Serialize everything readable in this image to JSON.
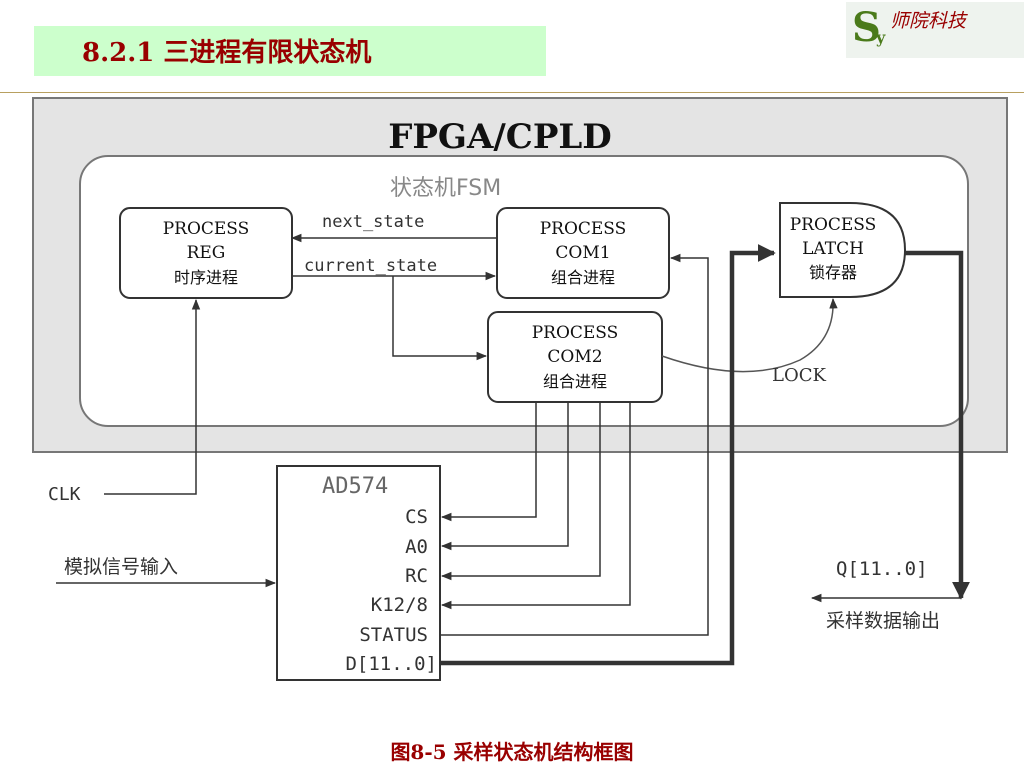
{
  "header": {
    "title": "8.2.1  三进程有限状态机",
    "logo_letter_s": "S",
    "logo_letter_y": "y",
    "logo_text": "师院科技"
  },
  "diagram": {
    "fpga_title": "FPGA/CPLD",
    "fsm_label": "状态机FSM",
    "reg": {
      "line1": "PROCESS",
      "line2": "REG",
      "line3": "时序进程"
    },
    "com1": {
      "line1": "PROCESS",
      "line2": "COM1",
      "line3": "组合进程"
    },
    "com2": {
      "line1": "PROCESS",
      "line2": "COM2",
      "line3": "组合进程"
    },
    "latch": {
      "line1": "PROCESS",
      "line2": "LATCH",
      "line3": "锁存器"
    },
    "next_state": "next_state",
    "current_state": "current_state",
    "lock": "LOCK",
    "clk": "CLK",
    "analog_input": "模拟信号输入",
    "ad574": {
      "name": "AD574",
      "pins": [
        "CS",
        "A0",
        "RC",
        "K12/8",
        "STATUS",
        "D[11..0]"
      ]
    },
    "q_out": "Q[11..0]",
    "sample_output": "采样数据输出"
  },
  "caption": "图8-5  采样状态机结构框图"
}
